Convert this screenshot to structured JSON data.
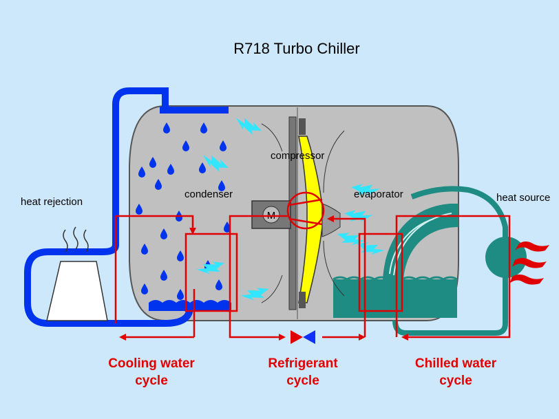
{
  "title": "R718 Turbo Chiller",
  "labels": {
    "compressor": "compressor",
    "condenser": "condenser",
    "evaporator": "evaporator",
    "heat_rejection": "heat rejection",
    "heat_source": "heat source",
    "motor": "M"
  },
  "cycles": {
    "cooling": {
      "line1": "Cooling water",
      "line2": "cycle"
    },
    "refrigerant": {
      "line1": "Refrigerant",
      "line2": "cycle"
    },
    "chilled": {
      "line1": "Chilled water",
      "line2": "cycle"
    }
  },
  "colors": {
    "background": "#cce8fa",
    "vessel": "#c0c0c0",
    "cooling_water": "#0033ee",
    "chilled_water": "#1e8c82",
    "refrigerant_flow": "#e00000",
    "vapor_arrows": "#33e6ff",
    "compressor_blades": "#ffff00"
  }
}
